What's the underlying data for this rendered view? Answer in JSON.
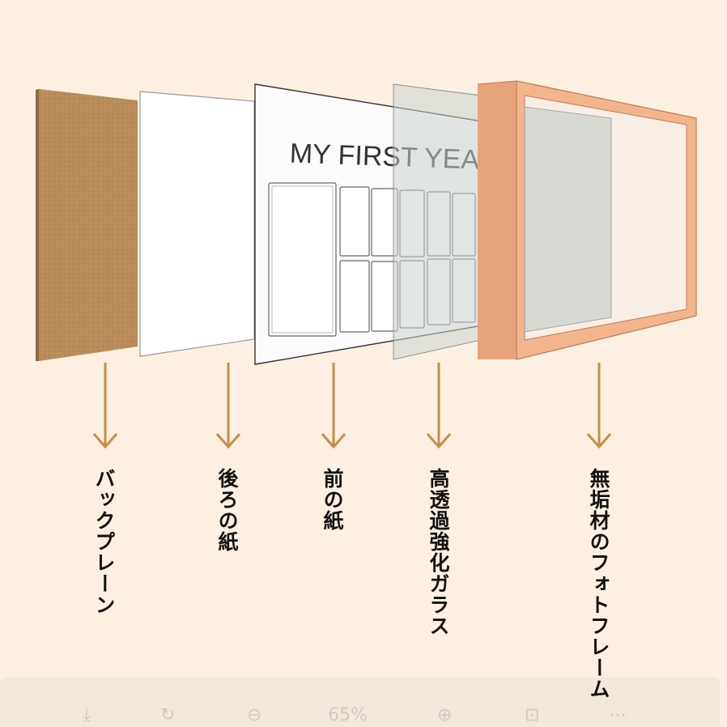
{
  "frame_title": "MY FIRST YEAR",
  "layers": [
    {
      "label": "バックプレーン"
    },
    {
      "label": "後ろの紙"
    },
    {
      "label": "前の紙"
    },
    {
      "label": "高透過強化ガラス"
    },
    {
      "label": "無垢材のフォトフレーム"
    }
  ],
  "toolbar": {
    "zoom_text": "65%",
    "download_icon": "download-icon",
    "rotate_icon": "rotate-icon",
    "zoom_out_icon": "zoom-out-icon",
    "zoom_in_icon": "zoom-in-icon",
    "fit_icon": "fit-screen-icon",
    "more_icon": "more-icon"
  },
  "colors": {
    "background": "#fdf0e3",
    "backplane": "#b98c5a",
    "frame": "#f2b48a",
    "arrow": "#c98d44",
    "glass": "#d4dcd8"
  }
}
